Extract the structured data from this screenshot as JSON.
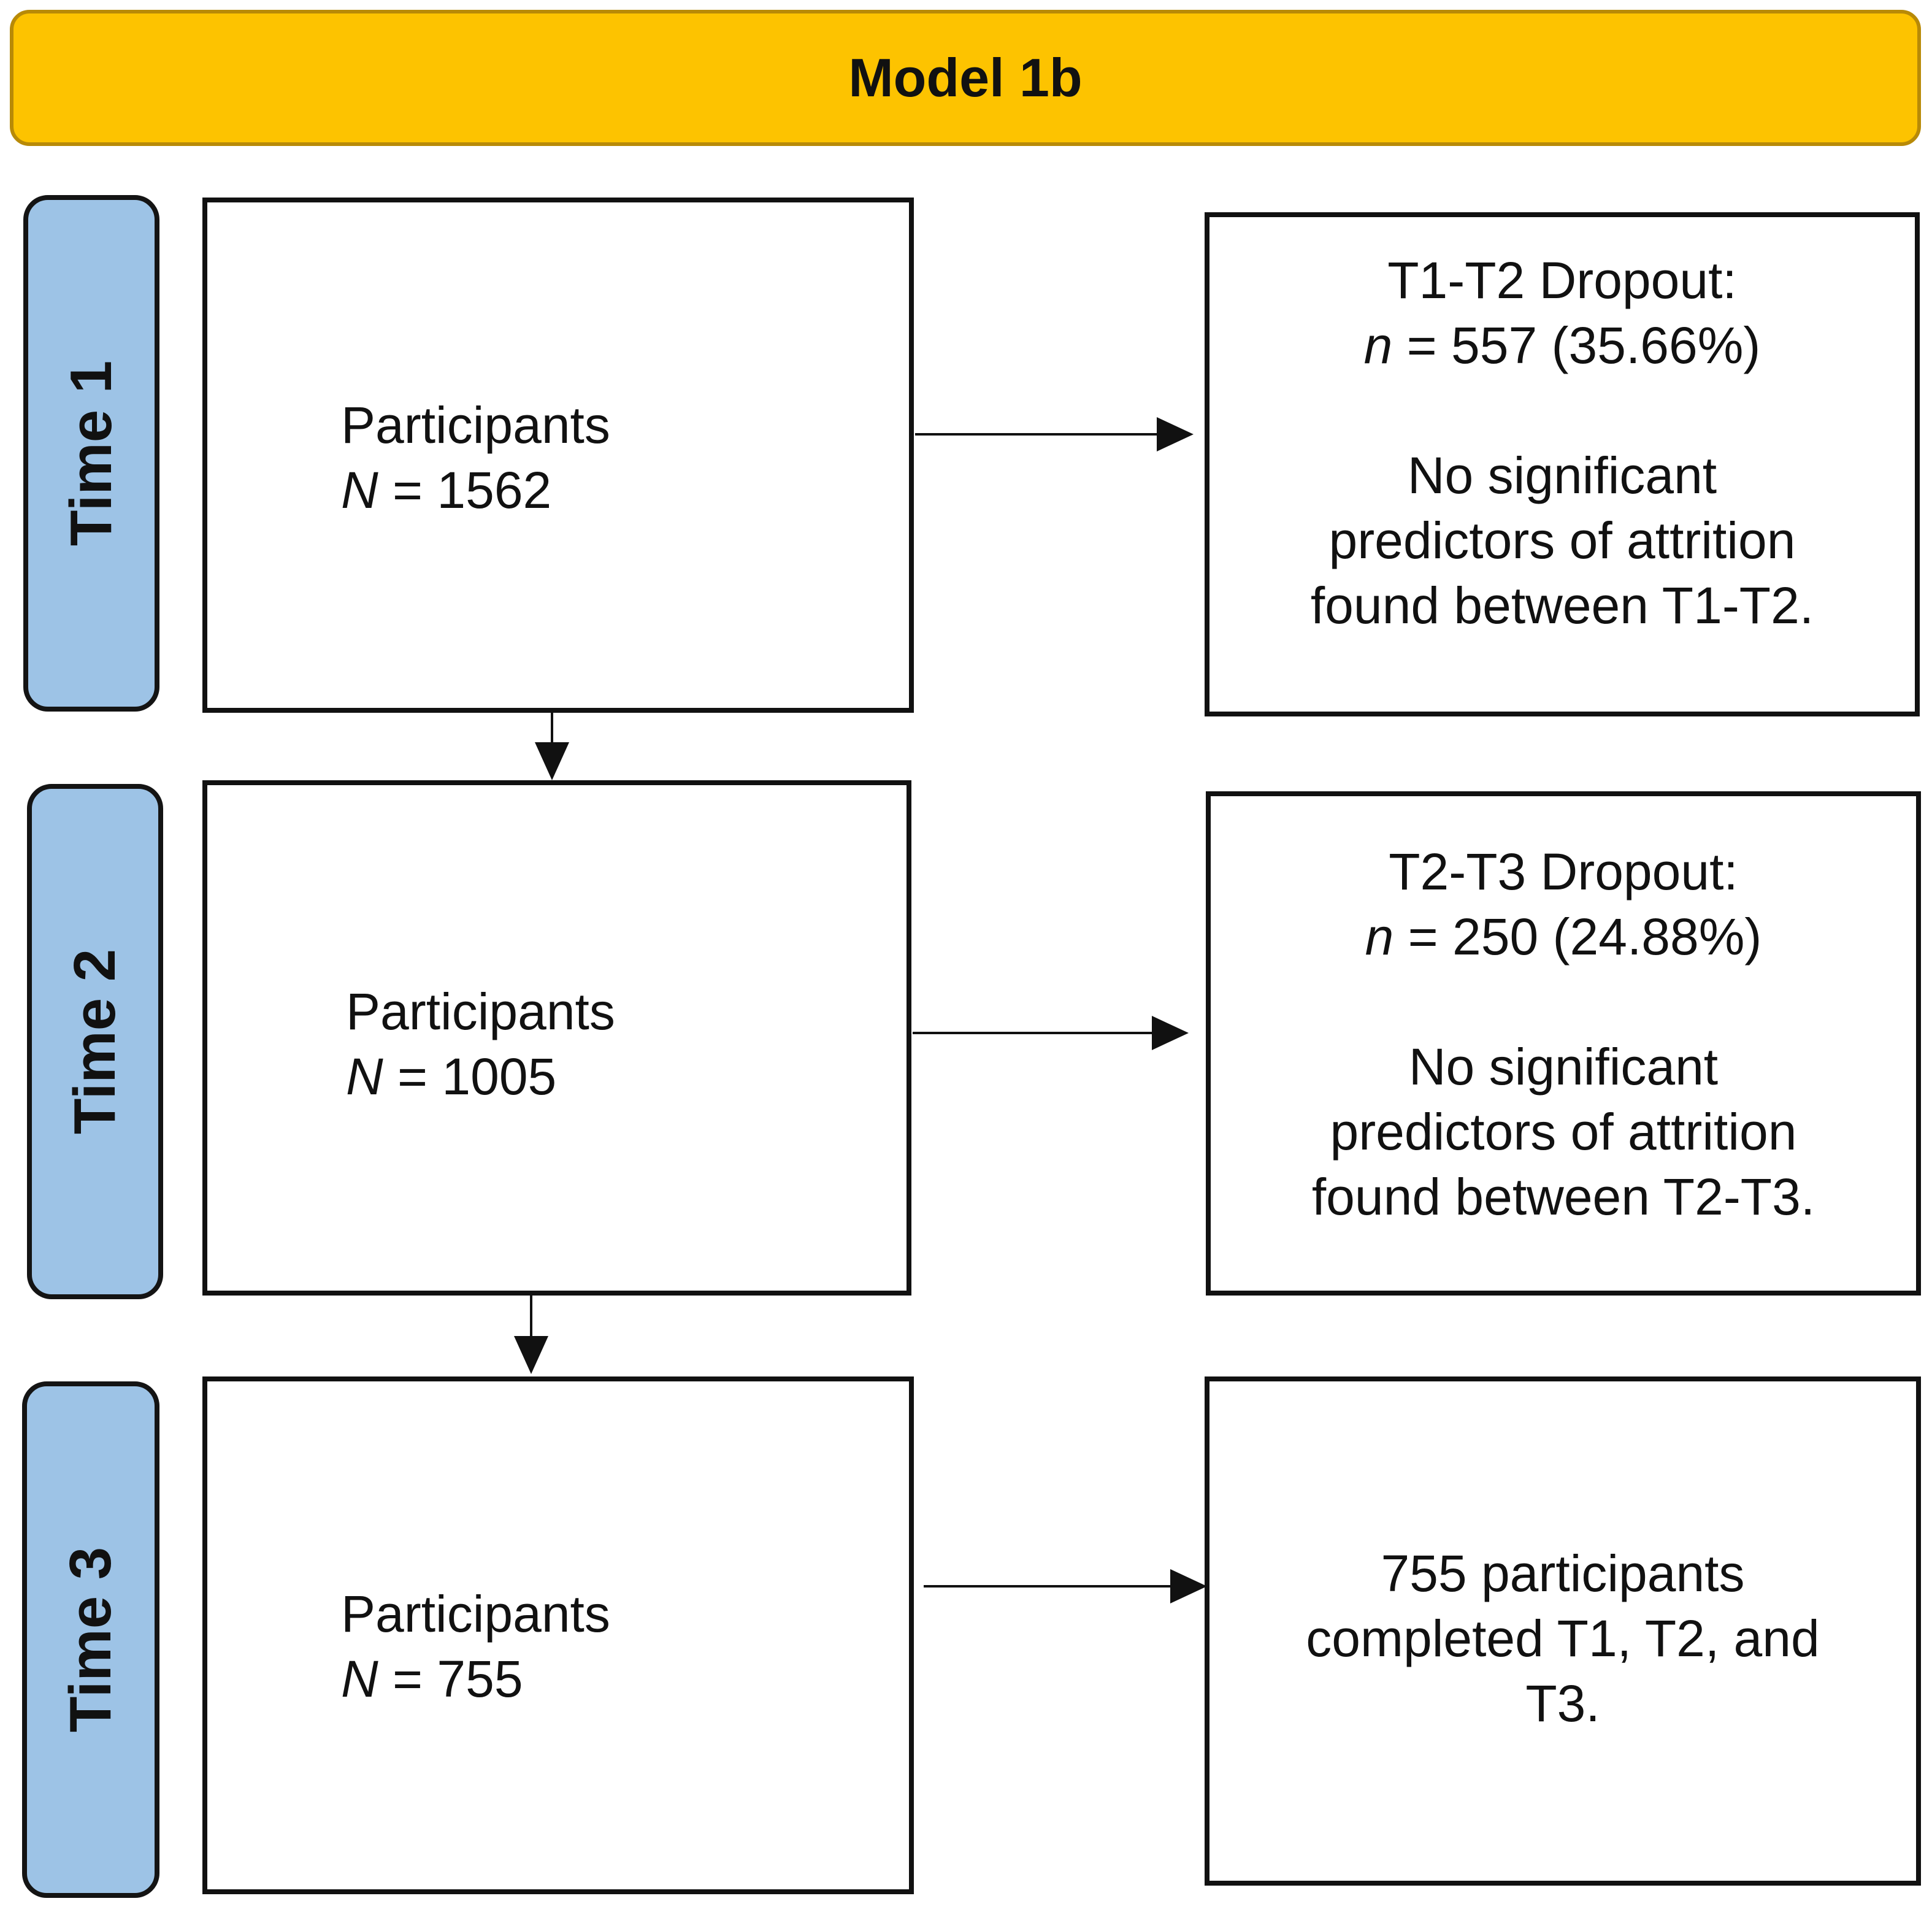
{
  "title": "Model 1b",
  "colors": {
    "title_fill": "#fdc300",
    "title_border": "#b88a07",
    "time_fill": "#9dc3e6",
    "box_border": "#111111"
  },
  "rows": [
    {
      "time_label": "Time 1",
      "participants_label": "Participants",
      "n_symbol": "N",
      "n_value": "= 1562",
      "outcome_heading": "T1-T2 Dropout:",
      "dropout_symbol": "n",
      "dropout_value": "= 557 (35.66%)",
      "note_lines": [
        "No significant",
        "predictors of attrition",
        "found between T1-T2."
      ]
    },
    {
      "time_label": "Time 2",
      "participants_label": "Participants",
      "n_symbol": "N",
      "n_value": "= 1005",
      "outcome_heading": "T2-T3 Dropout:",
      "dropout_symbol": "n",
      "dropout_value": "= 250 (24.88%)",
      "note_lines": [
        "No significant",
        "predictors of attrition",
        "found between T2-T3."
      ]
    },
    {
      "time_label": "Time 3",
      "participants_label": "Participants",
      "n_symbol": "N",
      "n_value": "= 755",
      "completion_lines": [
        "755 participants",
        "completed T1, T2, and",
        "T3."
      ]
    }
  ]
}
